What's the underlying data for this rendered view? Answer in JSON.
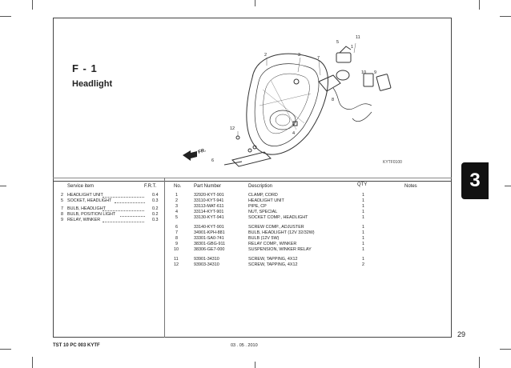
{
  "figure": {
    "code": "F - 1",
    "title": "Headlight",
    "diagram_code": "KYTF0100",
    "fr_label": "FR."
  },
  "callouts": [
    "1",
    "2",
    "3",
    "4",
    "5",
    "6",
    "7",
    "8",
    "9",
    "10",
    "11",
    "12"
  ],
  "service_table": {
    "headers": {
      "item": "Service item",
      "frt": "F.R.T."
    },
    "rows": [
      {
        "no": "2",
        "name": "HEADLIGHT UNIT",
        "frt": "0.4"
      },
      {
        "no": "5",
        "name": "SOCKET, HEADLIGHT",
        "frt": "0.3"
      },
      {
        "no": "7",
        "name": "BULB, HEADLIGHT",
        "frt": "0.2"
      },
      {
        "no": "8",
        "name": "BULB, POSITION LIGHT",
        "frt": "0.2"
      },
      {
        "no": "9",
        "name": "RELAY, WINKER",
        "frt": "0.3"
      }
    ]
  },
  "parts_table": {
    "headers": {
      "no": "No.",
      "part": "Part Number",
      "desc": "Description",
      "qty": "QTY",
      "notes": "Notes"
    },
    "rows": [
      {
        "no": "1",
        "part": "32920-KYT-901",
        "desc": "CLAMP, CORD",
        "qty": "1"
      },
      {
        "no": "2",
        "part": "33110-KYT-941",
        "desc": "HEADLIGHT UNIT",
        "qty": "1"
      },
      {
        "no": "3",
        "part": "33113-MAT-611",
        "desc": "PIPE, CP",
        "qty": "1"
      },
      {
        "no": "4",
        "part": "33114-KYT-901",
        "desc": "NUT, SPECIAL",
        "qty": "1"
      },
      {
        "no": "5",
        "part": "33130-KYT-941",
        "desc": "SOCKET COMP., HEADLIGHT",
        "qty": "1"
      },
      {
        "no": "6",
        "part": "33140-KYT-901",
        "desc": "SCREW COMP., ADJUSTER",
        "qty": "1"
      },
      {
        "no": "7",
        "part": "34901-KPH-881",
        "desc": "BULB, HEADLIGHT (12V 32/32W)",
        "qty": "1"
      },
      {
        "no": "8",
        "part": "33301-SA0-741",
        "desc": "BULB (12V 5W)",
        "qty": "1"
      },
      {
        "no": "9",
        "part": "38301-GBG-911",
        "desc": "RELAY COMP., WINKER",
        "qty": "1"
      },
      {
        "no": "10",
        "part": "38306-GE7-000",
        "desc": "SUSPENSION, WINKER RELAY",
        "qty": "1"
      },
      {
        "no": "11",
        "part": "93901-34310",
        "desc": "SCREW, TAPPING, 4X12",
        "qty": "1"
      },
      {
        "no": "12",
        "part": "93903-34310",
        "desc": "SCREW, TAPPING, 4X12",
        "qty": "2"
      }
    ]
  },
  "section_tab": "3",
  "page_number": "29",
  "footer": {
    "doc_code": "TST 10 PC 003 KYTF",
    "date": "03 . 05 . 2010"
  }
}
